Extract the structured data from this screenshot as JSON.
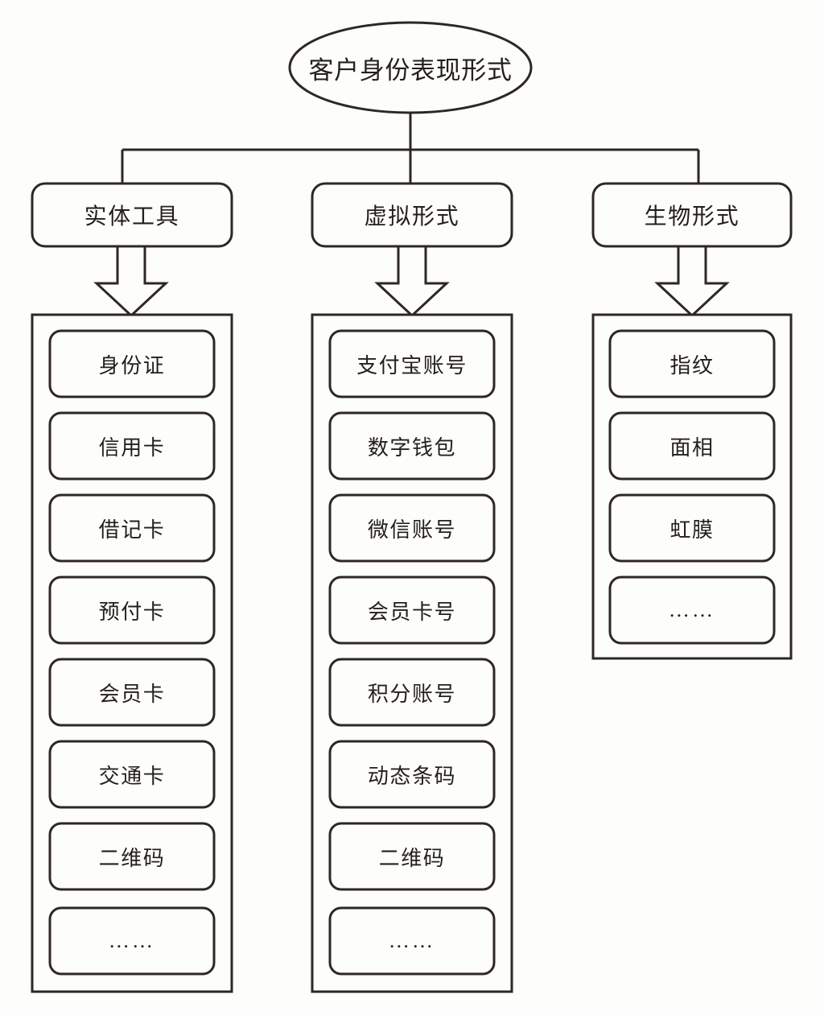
{
  "diagram": {
    "title": "客户身份表现形式",
    "root": {
      "label": "客户身份表现形式",
      "shape": "ellipse"
    },
    "branches": [
      {
        "id": "physical",
        "label": "实体工具",
        "arrow_icon": "down-block-arrow-icon",
        "items": [
          {
            "label": "身份证"
          },
          {
            "label": "信用卡"
          },
          {
            "label": "借记卡"
          },
          {
            "label": "预付卡"
          },
          {
            "label": "会员卡"
          },
          {
            "label": "交通卡"
          },
          {
            "label": "二维码"
          },
          {
            "label": "……"
          }
        ]
      },
      {
        "id": "virtual",
        "label": "虚拟形式",
        "arrow_icon": "down-block-arrow-icon",
        "items": [
          {
            "label": "支付宝账号"
          },
          {
            "label": "数字钱包"
          },
          {
            "label": "微信账号"
          },
          {
            "label": "会员卡号"
          },
          {
            "label": "积分账号"
          },
          {
            "label": "动态条码"
          },
          {
            "label": "二维码"
          },
          {
            "label": "……"
          }
        ]
      },
      {
        "id": "biometric",
        "label": "生物形式",
        "arrow_icon": "down-block-arrow-icon",
        "items": [
          {
            "label": "指纹"
          },
          {
            "label": "面相"
          },
          {
            "label": "虹膜"
          },
          {
            "label": "……"
          }
        ]
      }
    ],
    "colors": {
      "stroke": "#2e2723",
      "fill": "#fdfdfc",
      "text": "#241f1c",
      "background": "#ffffff"
    }
  }
}
